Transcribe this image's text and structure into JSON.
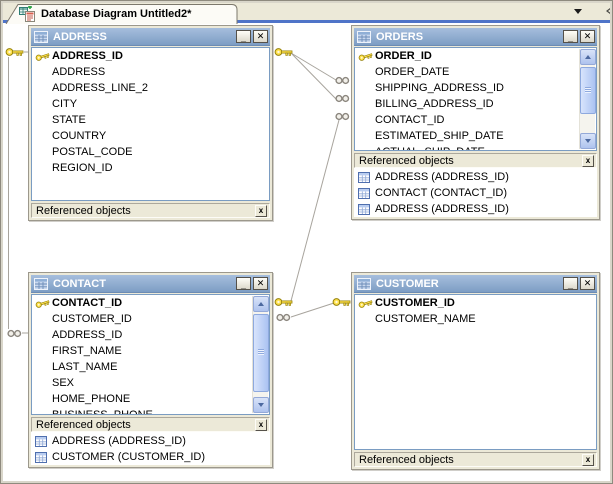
{
  "tab": {
    "title": "Database Diagram Untitled2*",
    "icon": "database-diagram-icon"
  },
  "strip": {
    "dropdown_glyph": "▼",
    "clipped_nav_glyph": "◁"
  },
  "chrome": {
    "minimize_glyph": "_",
    "close_glyph": "✕",
    "footer_close_glyph": "x"
  },
  "tables": [
    {
      "title": "ADDRESS",
      "pk": "ADDRESS_ID",
      "columns": [
        "ADDRESS_ID",
        "ADDRESS",
        "ADDRESS_LINE_2",
        "CITY",
        "STATE",
        "COUNTRY",
        "POSTAL_CODE",
        "REGION_ID"
      ],
      "footer_label": "Referenced objects",
      "referenced_objects": [],
      "has_scrollbar": false
    },
    {
      "title": "ORDERS",
      "pk": "ORDER_ID",
      "columns": [
        "ORDER_ID",
        "ORDER_DATE",
        "SHIPPING_ADDRESS_ID",
        "BILLING_ADDRESS_ID",
        "CONTACT_ID",
        "ESTIMATED_SHIP_DATE",
        "ACTUAL_SHIP_DATE"
      ],
      "footer_label": "Referenced objects",
      "referenced_objects": [
        "ADDRESS (ADDRESS_ID)",
        "CONTACT (CONTACT_ID)",
        "ADDRESS (ADDRESS_ID)"
      ],
      "has_scrollbar": true
    },
    {
      "title": "CONTACT",
      "pk": "CONTACT_ID",
      "columns": [
        "CONTACT_ID",
        "CUSTOMER_ID",
        "ADDRESS_ID",
        "FIRST_NAME",
        "LAST_NAME",
        "SEX",
        "HOME_PHONE",
        "BUSINESS_PHONE"
      ],
      "footer_label": "Referenced objects",
      "referenced_objects": [
        "ADDRESS (ADDRESS_ID)",
        "CUSTOMER (CUSTOMER_ID)"
      ],
      "has_scrollbar": true
    },
    {
      "title": "CUSTOMER",
      "pk": "CUSTOMER_ID",
      "columns": [
        "CUSTOMER_ID",
        "CUSTOMER_NAME"
      ],
      "footer_label": "Referenced objects",
      "referenced_objects": [],
      "has_scrollbar": false
    }
  ],
  "relationships": [
    {
      "one": "ADDRESS.ADDRESS_ID",
      "many": "CONTACT.ADDRESS_ID",
      "one_icon": "key-icon",
      "many_icon": "infinity-icon"
    },
    {
      "one": "ADDRESS.ADDRESS_ID",
      "many": "ORDERS.SHIPPING_ADDRESS_ID",
      "one_icon": "key-icon",
      "many_icon": "infinity-icon"
    },
    {
      "one": "ADDRESS.ADDRESS_ID",
      "many": "ORDERS.BILLING_ADDRESS_ID",
      "one_icon": "key-icon",
      "many_icon": "infinity-icon"
    },
    {
      "one": "CONTACT.CONTACT_ID",
      "many": "ORDERS.CONTACT_ID",
      "one_icon": "key-icon",
      "many_icon": "infinity-icon"
    },
    {
      "one": "CUSTOMER.CUSTOMER_ID",
      "many": "CONTACT.CUSTOMER_ID",
      "one_icon": "key-icon",
      "many_icon": "infinity-icon"
    }
  ],
  "colors": {
    "titlebar_top": "#a6bedd",
    "titlebar_bottom": "#7d9dc4",
    "tab_underline": "#4f74c8",
    "strip_background": "#ece9d8",
    "canvas": "#ffffff",
    "connector_line": "#a8a49d",
    "key_gold": "#ffe14d",
    "cols_border_blue": "#7a9cc2"
  }
}
